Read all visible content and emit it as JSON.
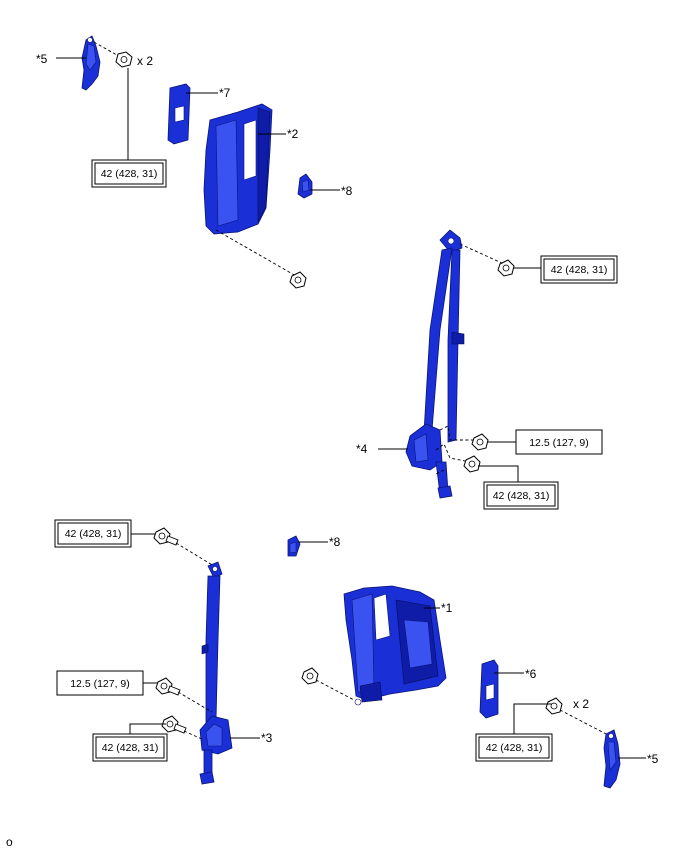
{
  "labels": {
    "c5": "*5",
    "c7": "*7",
    "c2": "*2",
    "c8": "*8",
    "c4": "*4",
    "c1": "*1",
    "c6": "*6",
    "c3": "*3",
    "qty": "x 2"
  },
  "torque": {
    "t42": "42 (428, 31)",
    "t125": "12.5 (127, 9)"
  },
  "footer": {
    "code": "o"
  }
}
